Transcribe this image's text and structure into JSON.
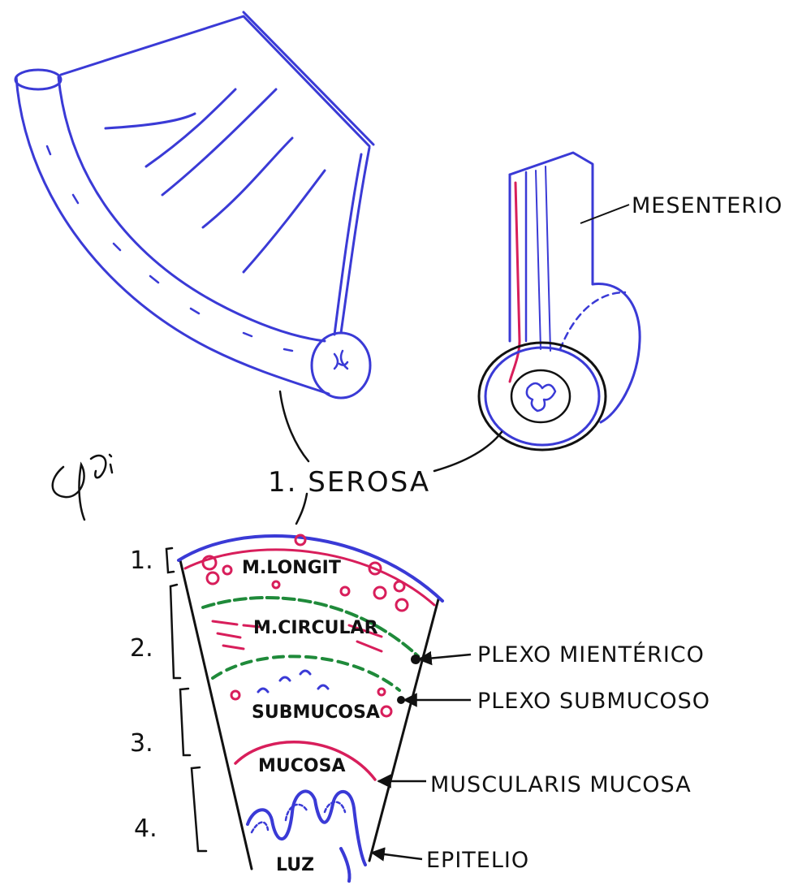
{
  "diagram": {
    "labels": {
      "mesenterio": "MESENTERIO",
      "serosa": "1. SEROSA",
      "m_longit": "M.LONGIT",
      "m_circular": "M.CIRCULAR",
      "submucosa": "SUBMUCOSA",
      "mucosa": "MUCOSA",
      "luz": "LUZ",
      "plexo_mienterico": "PLEXO MIENTÉRICO",
      "plexo_submucoso": "PLEXO SUBMUCOSO",
      "muscularis_mucosa": "MUSCULARIS MUCOSA",
      "epitelio": "EPITELIO"
    },
    "layer_numbers": [
      "1.",
      "2.",
      "3.",
      "4."
    ],
    "colors": {
      "outline_blue": "#3a3ad6",
      "muscle_red": "#d81e5b",
      "nerve_green": "#1f8a3a",
      "ink_black": "#111111"
    }
  }
}
